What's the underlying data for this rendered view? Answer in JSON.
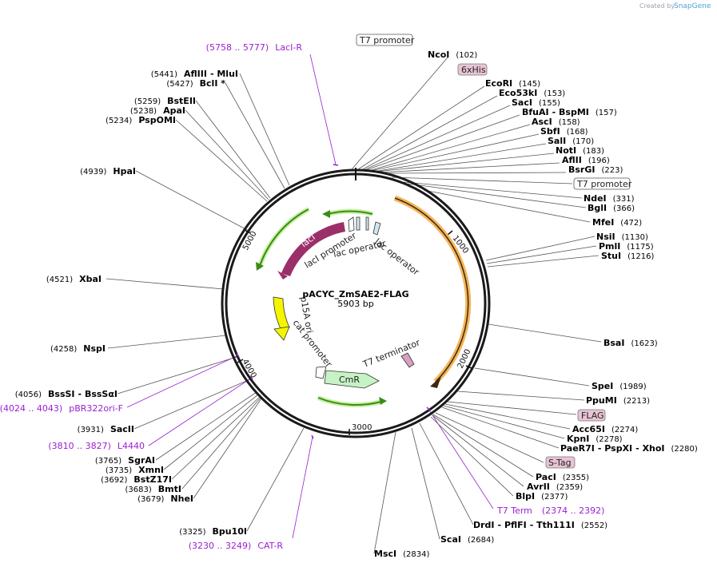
{
  "credit": {
    "created_by": "Created by",
    "brand": "SnapGene"
  },
  "plasmid": {
    "name": "pACYC_ZmSAE2-FLAG",
    "size": "5903 bp",
    "length": 5903
  },
  "ticks": [
    "1000",
    "2000",
    "3000",
    "4000",
    "5000"
  ],
  "features": [
    {
      "name": "lacI",
      "start": 4900,
      "end": 5610,
      "direction": "ccw",
      "color": "#9b2f6a",
      "label_color": "#ffffff"
    },
    {
      "name": "lacI promoter",
      "color": "#ffffff"
    },
    {
      "name": "lac operator",
      "color": "#cfe8f0"
    },
    {
      "name": "lac operator",
      "color": "#cfe8f0"
    },
    {
      "name": "p15A ori",
      "start": 3950,
      "end": 4380,
      "direction": "ccw",
      "color": "#f5f500"
    },
    {
      "name": "cat promoter",
      "color": "#ffffff"
    },
    {
      "name": "CmR",
      "color": "#c6f2c6"
    },
    {
      "name": "T7 terminator",
      "color": "#d9a0c0"
    },
    {
      "name": "T7 promoter",
      "color": "#ffffff"
    }
  ],
  "sites_right": [
    {
      "name": "NcoI",
      "pos": "(102)"
    },
    {
      "name": "EcoRI",
      "pos": "(145)"
    },
    {
      "name": "Eco53kI",
      "pos": "(153)"
    },
    {
      "name": "SacI",
      "pos": "(155)"
    },
    {
      "name": "BfuAI",
      "name2": "BspMI",
      "pos": "(157)"
    },
    {
      "name": "AscI",
      "pos": "(158)"
    },
    {
      "name": "SbfI",
      "pos": "(168)"
    },
    {
      "name": "SalI",
      "pos": "(170)"
    },
    {
      "name": "NotI",
      "pos": "(183)"
    },
    {
      "name": "AflII",
      "pos": "(196)"
    },
    {
      "name": "BsrGI",
      "pos": "(223)"
    },
    {
      "name": "NdeI",
      "pos": "(331)"
    },
    {
      "name": "BglI",
      "pos": "(366)"
    },
    {
      "name": "MfeI",
      "pos": "(472)"
    },
    {
      "name": "NsiI",
      "pos": "(1130)"
    },
    {
      "name": "PmlI",
      "pos": "(1175)"
    },
    {
      "name": "StuI",
      "pos": "(1216)"
    },
    {
      "name": "BsaI",
      "pos": "(1623)"
    },
    {
      "name": "SpeI",
      "pos": "(1989)"
    },
    {
      "name": "PpuMI",
      "pos": "(2213)"
    },
    {
      "name": "Acc65I",
      "pos": "(2274)"
    },
    {
      "name": "KpnI",
      "pos": "(2278)"
    },
    {
      "name": "PaeR7I",
      "name2": "PspXI",
      "name3": "XhoI",
      "pos": "(2280)"
    },
    {
      "name": "PacI",
      "pos": "(2355)"
    },
    {
      "name": "AvrII",
      "pos": "(2359)"
    },
    {
      "name": "BlpI",
      "pos": "(2377)"
    },
    {
      "name": "DrdI",
      "name2": "PflFI",
      "name3": "Tth111I",
      "pos": "(2552)"
    },
    {
      "name": "ScaI",
      "pos": "(2684)"
    },
    {
      "name": "MscI",
      "pos": "(2834)"
    }
  ],
  "sites_left": [
    {
      "name": "AflIII",
      "name2": "MluI",
      "pos": "(5441)"
    },
    {
      "name": "BclI *",
      "pos": "(5427)"
    },
    {
      "name": "BstEII",
      "pos": "(5259)"
    },
    {
      "name": "ApaI",
      "pos": "(5238)"
    },
    {
      "name": "PspOMI",
      "pos": "(5234)"
    },
    {
      "name": "HpaI",
      "pos": "(4939)"
    },
    {
      "name": "XbaI",
      "pos": "(4521)"
    },
    {
      "name": "NspI",
      "pos": "(4258)"
    },
    {
      "name": "BssSI",
      "name2": "BssSαI",
      "pos": "(4056)"
    },
    {
      "name": "SacII",
      "pos": "(3931)"
    },
    {
      "name": "SgrAI",
      "pos": "(3765)"
    },
    {
      "name": "XmnI",
      "pos": "(3735)"
    },
    {
      "name": "BstZ17I",
      "pos": "(3692)"
    },
    {
      "name": "BmtI",
      "pos": "(3683)"
    },
    {
      "name": "NheI",
      "pos": "(3679)"
    },
    {
      "name": "Bpu10I",
      "pos": "(3325)"
    }
  ],
  "primers": [
    {
      "name": "LacI-R",
      "range": "(5758 .. 5777)"
    },
    {
      "name": "pBR322ori-F",
      "range": "(4024 .. 4043)"
    },
    {
      "name": "L4440",
      "range": "(3810 .. 3827)"
    },
    {
      "name": "CAT-R",
      "range": "(3230 .. 3249)"
    },
    {
      "name": "T7 Term",
      "range": "(2374 .. 2392)"
    }
  ],
  "boxed_labels": [
    {
      "name": "T7 promoter",
      "style": "outline"
    },
    {
      "name": "6xHis",
      "style": "pink"
    },
    {
      "name": "T7 promoter",
      "style": "outline"
    },
    {
      "name": "FLAG",
      "style": "pink"
    },
    {
      "name": "S-Tag",
      "style": "pink"
    }
  ],
  "colors": {
    "backbone": "#1a1a1a",
    "orf": "#f5b55a",
    "orf_line": "#3b2a10",
    "green_arrow": "#4caf22",
    "primer": "#9a1fd0",
    "pink_box": "#e8c4d4"
  }
}
